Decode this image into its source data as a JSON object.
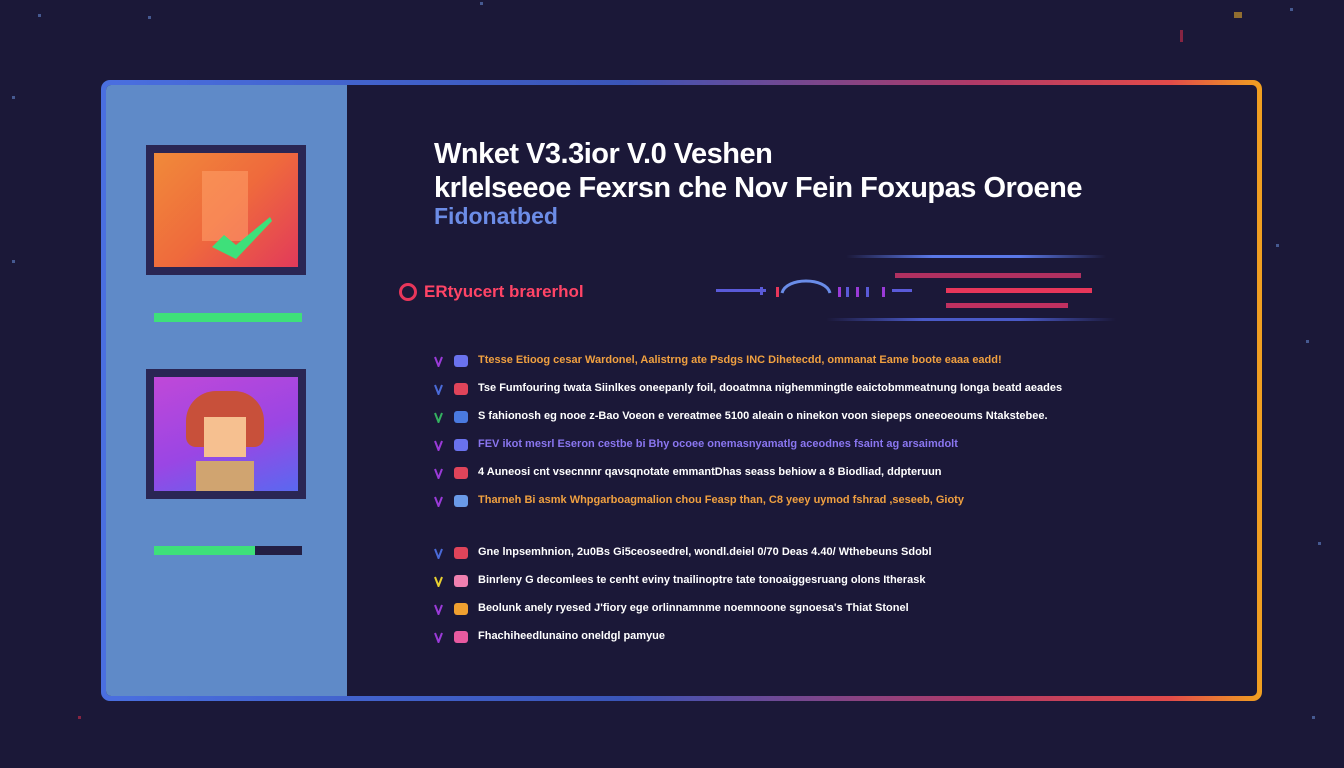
{
  "header": {
    "title": "Wnket V3.3ior V.0 Veshen",
    "subtitle": "krlelseeoe Fexrsn che Nov Fein Foxupas Oroene",
    "tagline": "Fidonatbed"
  },
  "section": {
    "title": "ERtyucert brarerhol"
  },
  "features": [
    {
      "text": "Ttesse  Etioog  cesar  Wardonel, Aalistrng ate Psdgs  INC  Dihetecdd, ommanat  Eame boote  eaaa eadd!",
      "color": "#f0a040",
      "chevron": "#9a3ad8",
      "icon": "#6a72ee"
    },
    {
      "text": "Tse Fumfouring twata  Siinlkes oneepanly  foil, dooatmna nighemmingtle  eaictobmmeatnung  Ionga beatd  aeades",
      "color": "#ffffff",
      "chevron": "#4a6ad8",
      "icon": "#e0445a"
    },
    {
      "text": "S fahionosh  eg nooe z-Bao Voeon  e vereatmee 5100  aleain o ninekon  voon siepeps  oneeoeoums  Ntakstebee.",
      "color": "#ffffff",
      "chevron": "#34b060",
      "icon": "#4a7ae0"
    },
    {
      "text": "FEV  ikot  mesrl  Eseron  cestbe bi Bhy ocoee  onemasnyamatlg aceodnes  fsaint ag arsaimdolt",
      "color": "#8a76f0",
      "chevron": "#9a3ad8",
      "icon": "#6a72ee"
    },
    {
      "text": "4  Auneosi  cnt  vsecnnnr  qavsqnotate  emmantDhas seass behiow a  8  Biodliad,  ddpteruun",
      "color": "#ffffff",
      "chevron": "#9a3ad8",
      "icon": "#e0445a"
    },
    {
      "text": "Tharneh  Bi asmk  Whpgarboagmalion  chou  Feasp than,  C8  yeey uymod  fshrad  ,seseeb, Gioty",
      "color": "#f0a040",
      "chevron": "#9a3ad8",
      "icon": "#6a9ae8"
    }
  ],
  "notes": [
    {
      "text": "Gne lnpsemhnion,  2u0Bs  Gi5ceoseedrel,  wondl.deiel  0/70  Deas  4.40/  Wthebeuns Sdobl",
      "color": "#ffffff",
      "chevron": "#4a6ad8",
      "icon": "#e0445a"
    },
    {
      "text": "Binrleny       G  decomlees  te cenht  eviny  tnailinoptre  tate  tonoaiggesruang  olons  Itherask",
      "color": "#ffffff",
      "chevron": "#e8d030",
      "icon": "#f080b0"
    },
    {
      "text": "Beolunk  anely  ryesed  J'fiory  ege  orlinnamnme  noemnoone  sgnoesa's  Thiat  Stonel",
      "color": "#ffffff",
      "chevron": "#9a3ad8",
      "icon": "#f0a030"
    },
    {
      "text": "Fhachiheedlunaino  oneldgl  pamyue",
      "color": "#ffffff",
      "chevron": "#9a3ad8",
      "icon": "#e85aa0"
    }
  ],
  "progress": {
    "item1": 1.0,
    "item2": 0.68
  },
  "colors": {
    "background": "#1b1838",
    "panel": "#5f8ac8",
    "accent_green": "#3ee07a",
    "accent_red": "#e8365a"
  }
}
